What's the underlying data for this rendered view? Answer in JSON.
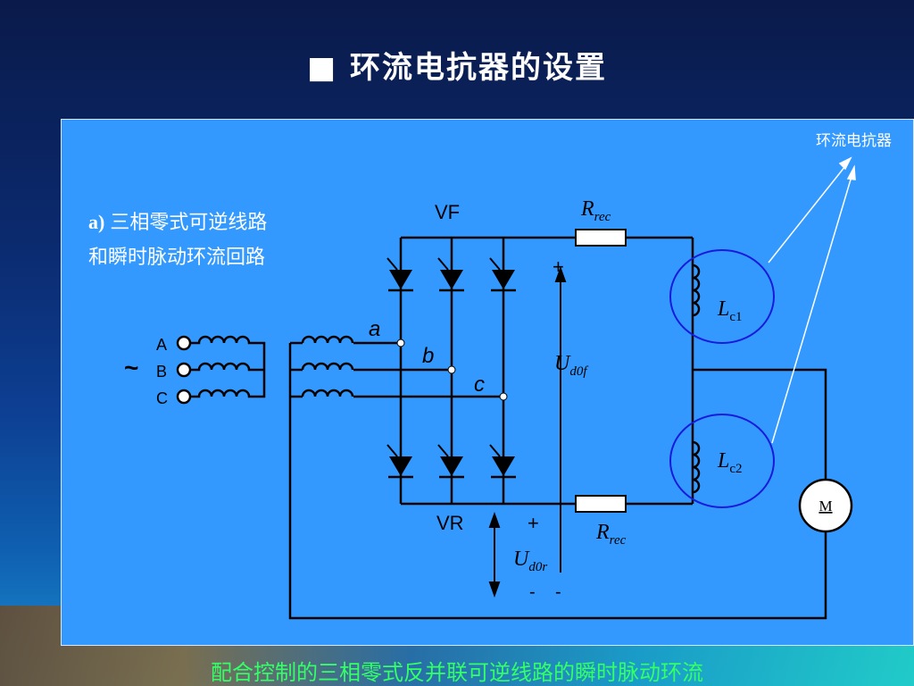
{
  "title": "■ 环流电抗器的设置",
  "caption": "配合控制的三相零式反并联可逆线路的瞬时脉动环流",
  "diagram": {
    "reactor_label": "环流电抗器",
    "desc_prefix": "a)",
    "desc_line1": "三相零式可逆线路",
    "desc_line2": "和瞬时脉动环流回路",
    "vf": "VF",
    "vr": "VR",
    "r_main": "R",
    "r_sub": "rec",
    "lc1_main": "L",
    "lc1_sub": "c1",
    "lc2_main": "L",
    "lc2_sub": "c2",
    "ud0f_main": "U",
    "ud0f_sub": "d0f",
    "ud0r_main": "U",
    "ud0r_sub": "d0r",
    "plus": "+",
    "minus": "-",
    "motor": "M",
    "tilde": "~",
    "phase_a": "A",
    "phase_b": "B",
    "phase_c": "C",
    "node_a": "a",
    "node_b": "b",
    "node_c": "c"
  },
  "colors": {
    "panel": "#3399ff",
    "caption": "#33ff66",
    "circle": "#1a1adb"
  }
}
